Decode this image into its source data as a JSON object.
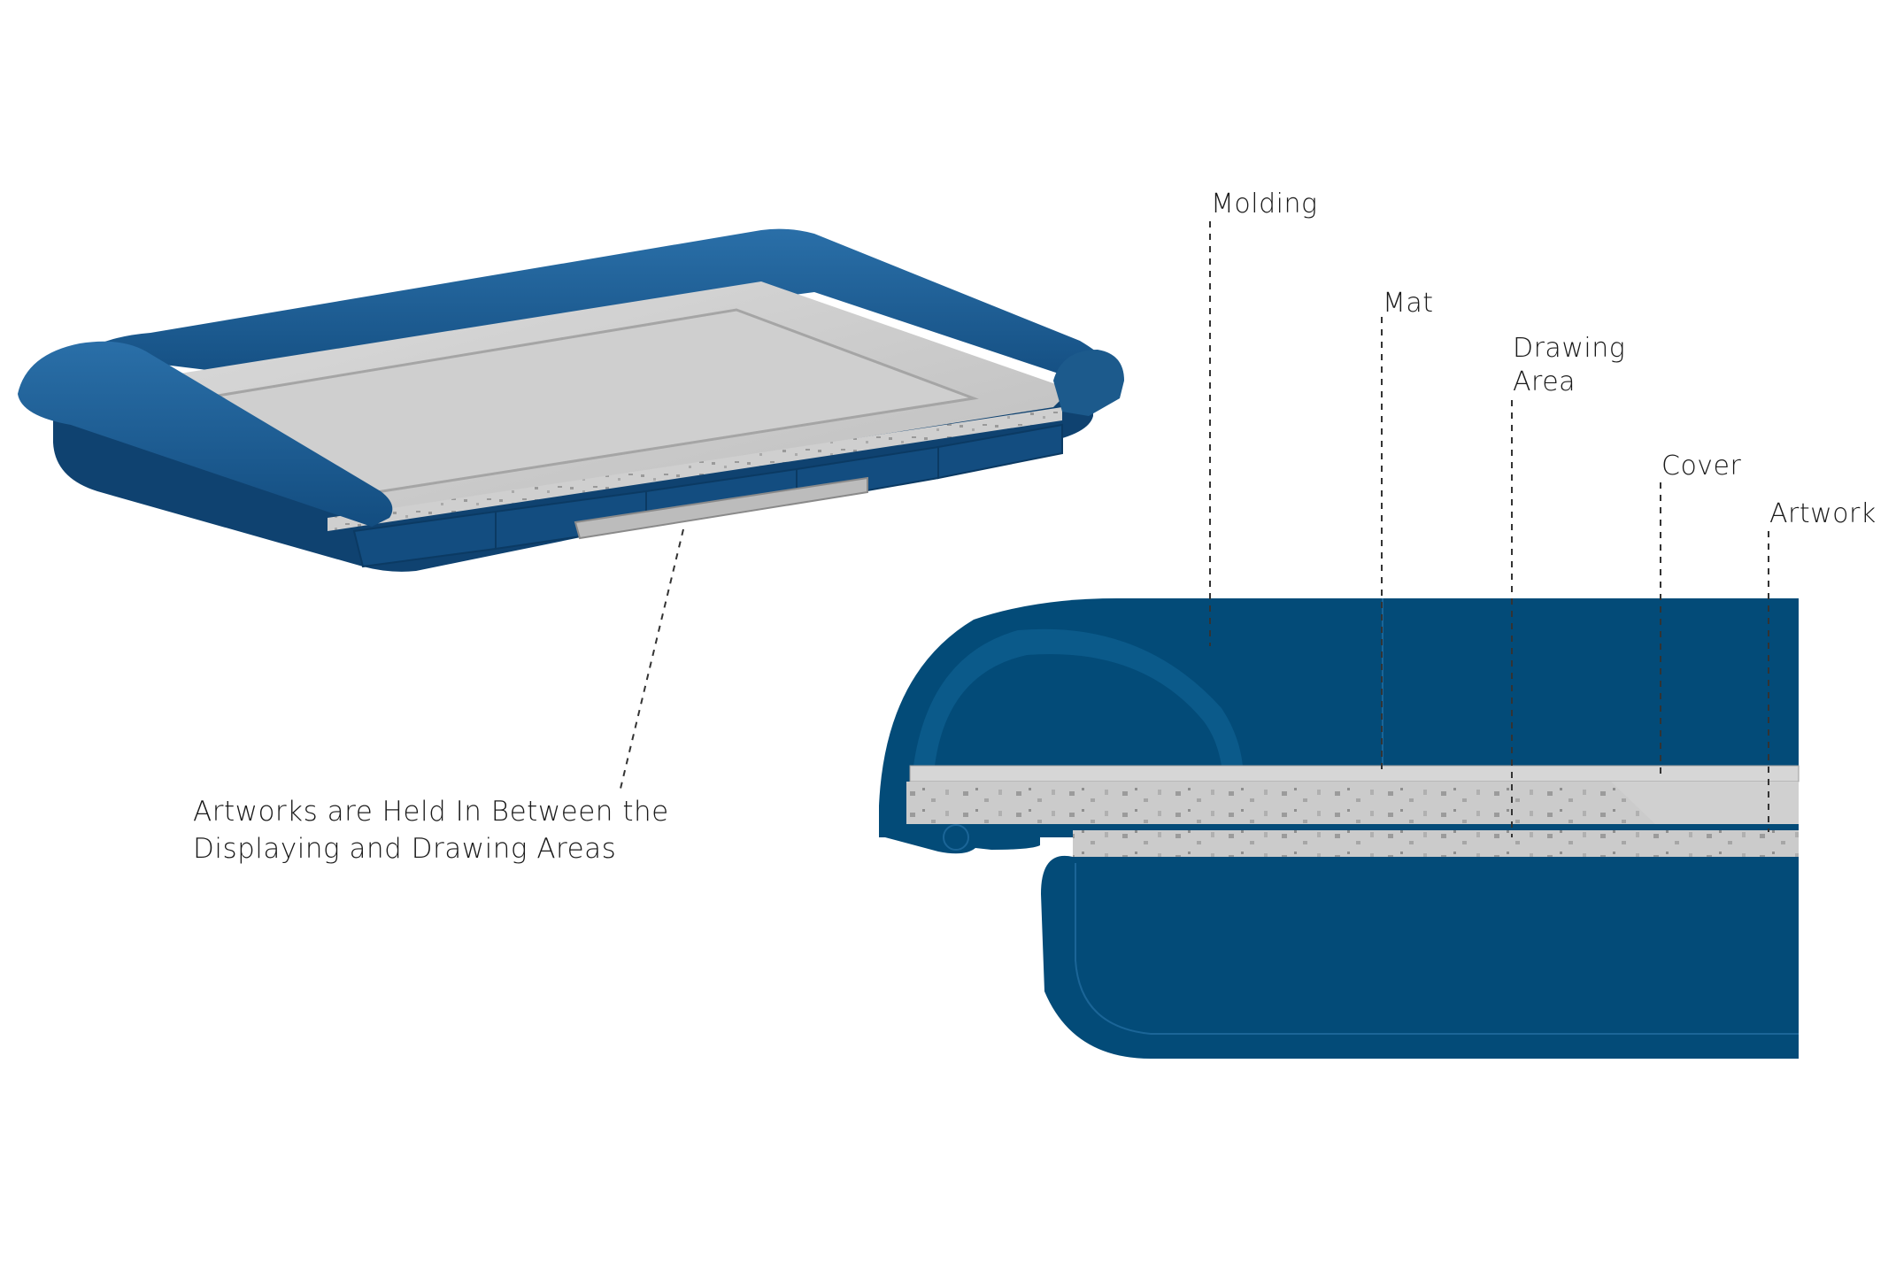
{
  "annotations": {
    "molding": "Molding",
    "mat": "Mat",
    "drawing_area_line1": "Drawing",
    "drawing_area_line2": "Area",
    "cover": "Cover",
    "artwork": "Artwork",
    "note_line1": "Artworks are Held In Between the",
    "note_line2": "Displaying and  Drawing Areas"
  },
  "colors": {
    "frame_blue": "#1c5a8c",
    "frame_blue_dark": "#0f4270",
    "section_blue": "#034b78",
    "panel_gray": "#c8c8c8",
    "panel_light": "#d9d9d9",
    "leader_line": "#333333"
  }
}
